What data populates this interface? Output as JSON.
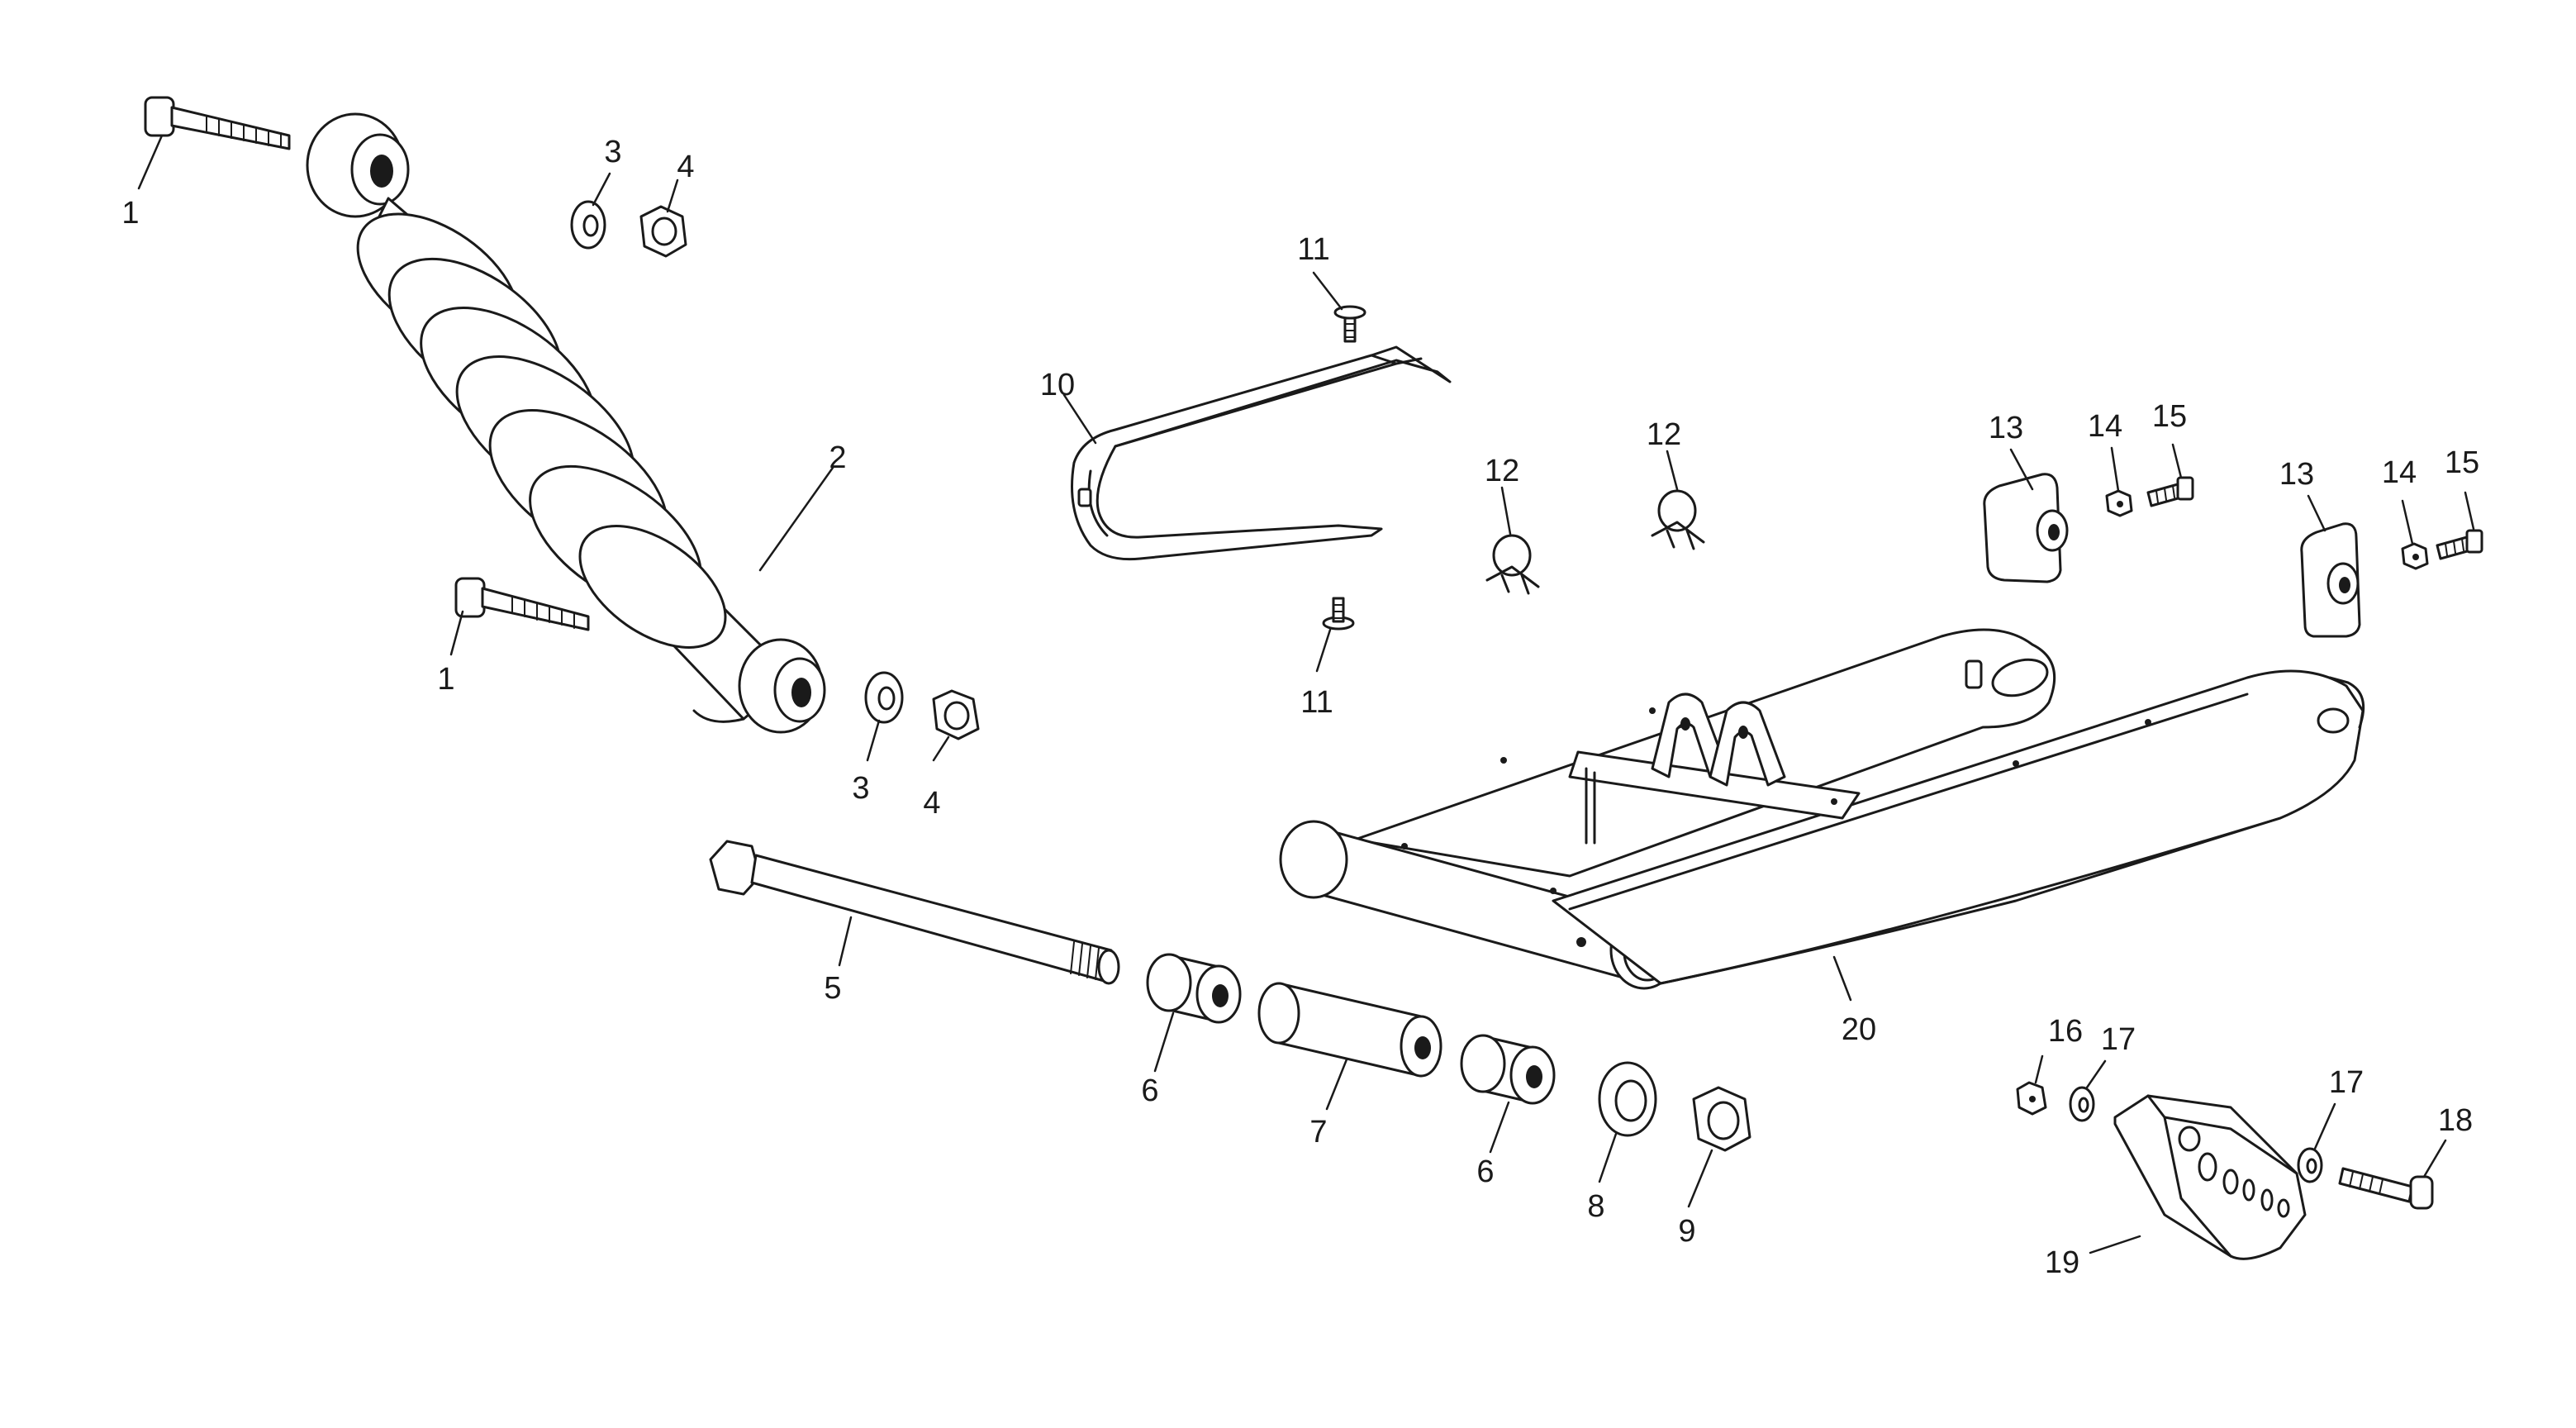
{
  "callouts": [
    {
      "part": "bolt",
      "number": "1"
    },
    {
      "part": "bolt",
      "number": "1"
    },
    {
      "part": "shock-absorber",
      "number": "2"
    },
    {
      "part": "washer",
      "number": "3"
    },
    {
      "part": "washer",
      "number": "3"
    },
    {
      "part": "nut",
      "number": "4"
    },
    {
      "part": "nut",
      "number": "4"
    },
    {
      "part": "swingarm-pivot-axle",
      "number": "5"
    },
    {
      "part": "bushing",
      "number": "6"
    },
    {
      "part": "bushing",
      "number": "6"
    },
    {
      "part": "spacer-tube",
      "number": "7"
    },
    {
      "part": "washer",
      "number": "8"
    },
    {
      "part": "nut",
      "number": "9"
    },
    {
      "part": "chain-slider",
      "number": "10"
    },
    {
      "part": "screw",
      "number": "11"
    },
    {
      "part": "screw",
      "number": "11"
    },
    {
      "part": "hose-clamp",
      "number": "12"
    },
    {
      "part": "hose-clamp",
      "number": "12"
    },
    {
      "part": "chain-adjuster",
      "number": "13"
    },
    {
      "part": "chain-adjuster",
      "number": "13"
    },
    {
      "part": "nut",
      "number": "14"
    },
    {
      "part": "nut",
      "number": "14"
    },
    {
      "part": "bolt",
      "number": "15"
    },
    {
      "part": "bolt",
      "number": "15"
    },
    {
      "part": "nut",
      "number": "16"
    },
    {
      "part": "washer",
      "number": "17"
    },
    {
      "part": "washer",
      "number": "17"
    },
    {
      "part": "bolt",
      "number": "18"
    },
    {
      "part": "chain-guide",
      "number": "19"
    },
    {
      "part": "swingarm",
      "number": "20"
    }
  ]
}
